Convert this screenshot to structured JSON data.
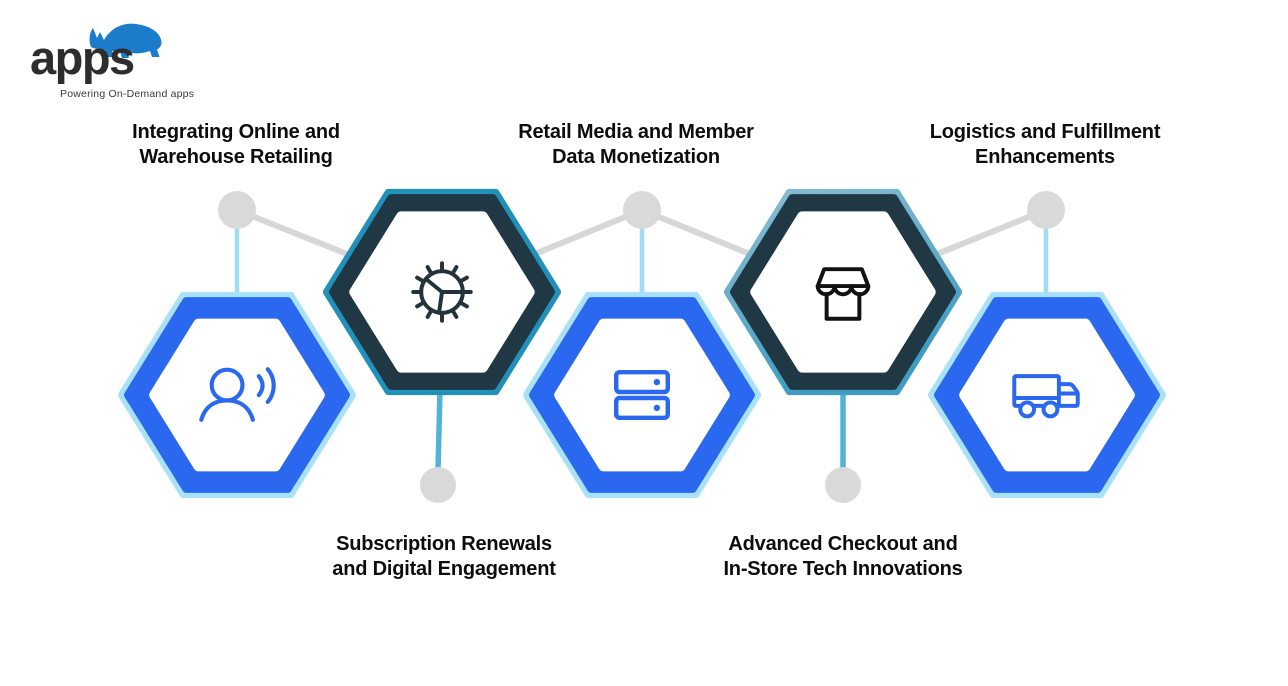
{
  "logo": {
    "brand": "apps",
    "tagline": "Powering On-Demand apps",
    "mark": "rhino-logo",
    "mark_color": "#1c7ccc",
    "text_color": "#2d2d2d"
  },
  "diagram": {
    "type": "hexagon-process-infographic",
    "nodes": [
      {
        "label": "Integrating Online and\nWarehouse Retailing",
        "label_position": "top",
        "style": "blue",
        "icon": "person-announcement-icon"
      },
      {
        "label": "Subscription Renewals\nand Digital Engagement",
        "label_position": "bottom",
        "style": "dark",
        "icon": "segmented-wheel-icon"
      },
      {
        "label": "Retail Media and Member\nData Monetization",
        "label_position": "top",
        "style": "blue",
        "icon": "server-stack-icon"
      },
      {
        "label": "Advanced Checkout and\nIn-Store Tech Innovations",
        "label_position": "bottom",
        "style": "dark",
        "icon": "storefront-icon"
      },
      {
        "label": "Logistics and Fulfillment\nEnhancements",
        "label_position": "top",
        "style": "blue",
        "icon": "delivery-truck-icon"
      }
    ],
    "colors": {
      "blue_hex_ring": "#2a68f0",
      "blue_hex_outer": "#a9e2f8",
      "dark_hex_ring": "#203744",
      "dark_hex_outer_teal": "#2191ba",
      "dark_hex_outer_steel": "#7db6cf",
      "connector_gray": "#d7d7d7",
      "connector_cyan_light": "#9edcf2",
      "connector_cyan": "#52b2d8",
      "node_dot": "#d9d9d9",
      "icon_blue": "#2a68f0",
      "icon_dark": "#24333b",
      "icon_black": "#121212",
      "label_text": "#0d0d0d",
      "background": "#ffffff"
    }
  }
}
